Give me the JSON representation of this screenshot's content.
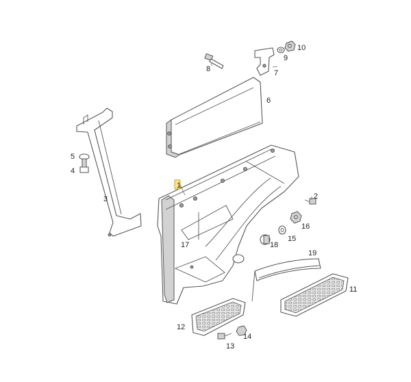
{
  "callouts": [
    "1",
    "2",
    "3",
    "4",
    "5",
    "6",
    "7",
    "8",
    "9",
    "10",
    "11",
    "12",
    "13",
    "14",
    "15",
    "16",
    "17",
    "18",
    "19"
  ],
  "colors": {
    "highlight": "#ffe58a",
    "line": "#555555"
  }
}
